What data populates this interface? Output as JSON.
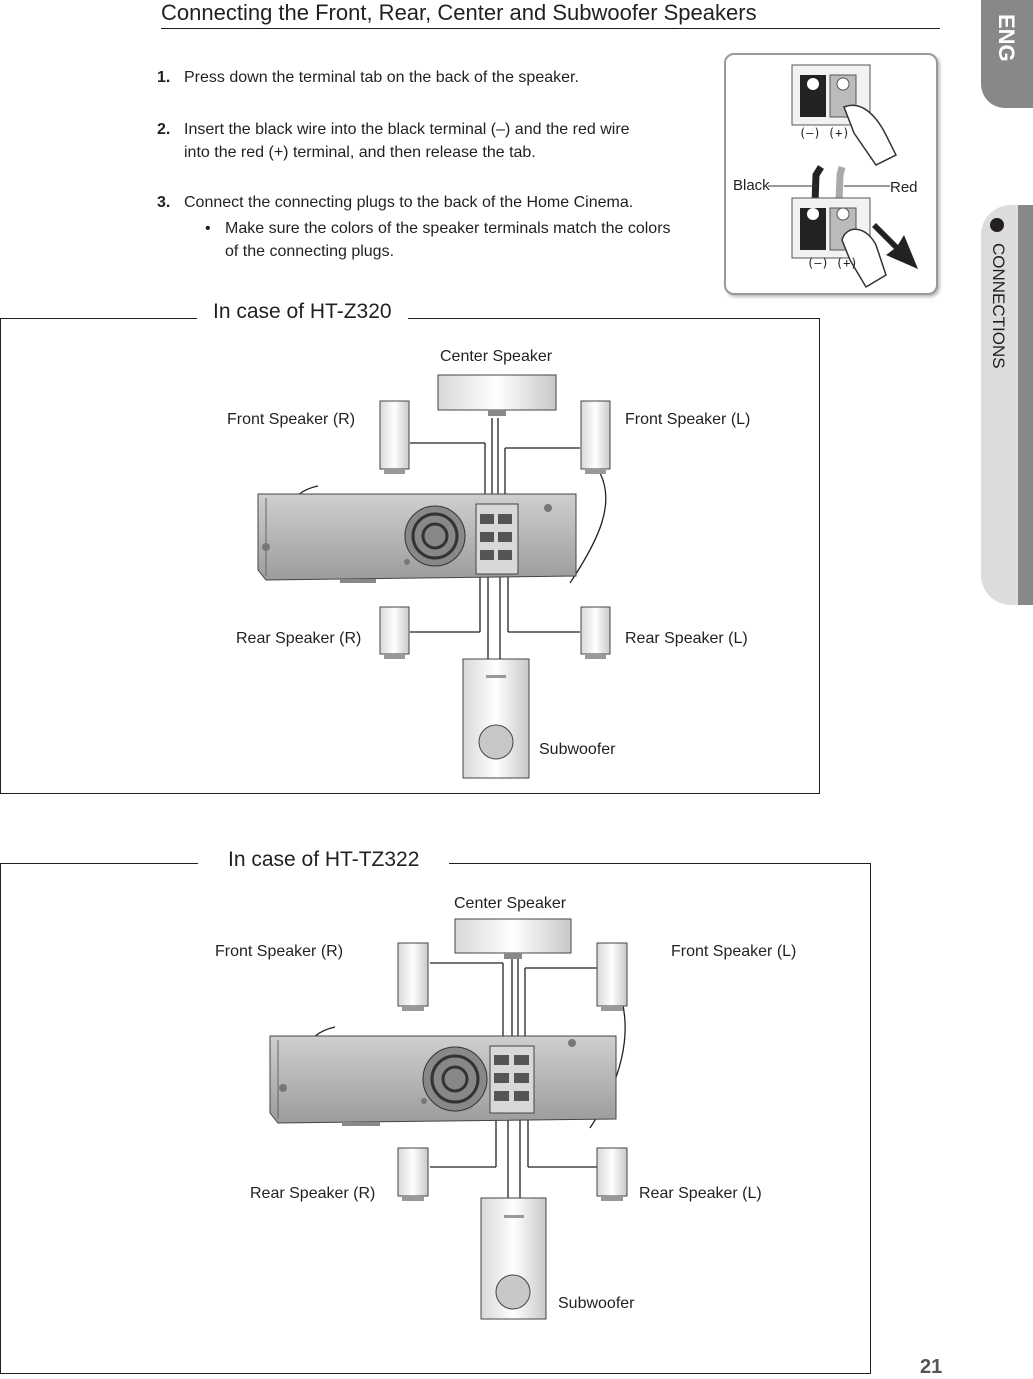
{
  "page": {
    "title": "Connecting the Front, Rear, Center and Subwoofer Speakers",
    "page_number": "21"
  },
  "sidebar": {
    "lang_tab": "ENG",
    "section_tab": "CONNECTIONS"
  },
  "steps": [
    {
      "num": "1.",
      "lines": [
        "Press down the terminal tab on the back of the speaker."
      ]
    },
    {
      "num": "2.",
      "lines": [
        "Insert the black wire into the black terminal (–) and the red wire",
        "into the red (+) terminal, and then release the tab."
      ]
    },
    {
      "num": "3.",
      "lines": [
        "Connect the connecting plugs to the back of the Home Cinema."
      ]
    }
  ],
  "bullet": {
    "symbol": "•",
    "lines": [
      "Make sure the colors of the speaker terminals match the colors",
      "of the connecting plugs."
    ]
  },
  "inset": {
    "polarity_top": "(–) (+)",
    "polarity_bottom": "(–) (+)",
    "black_label": "Black",
    "red_label": "Red"
  },
  "diagrams": [
    {
      "title": "In case of HT-Z320",
      "center": "Center Speaker",
      "front_r": "Front Speaker (R)",
      "front_l": "Front Speaker (L)",
      "rear_r": "Rear Speaker (R)",
      "rear_l": "Rear Speaker (L)",
      "subwoofer": "Subwoofer"
    },
    {
      "title": "In case of HT-TZ322",
      "center": "Center Speaker",
      "front_r": "Front Speaker (R)",
      "front_l": "Front Speaker (L)",
      "rear_r": "Rear Speaker (R)",
      "rear_l": "Rear Speaker (L)",
      "subwoofer": "Subwoofer"
    }
  ]
}
